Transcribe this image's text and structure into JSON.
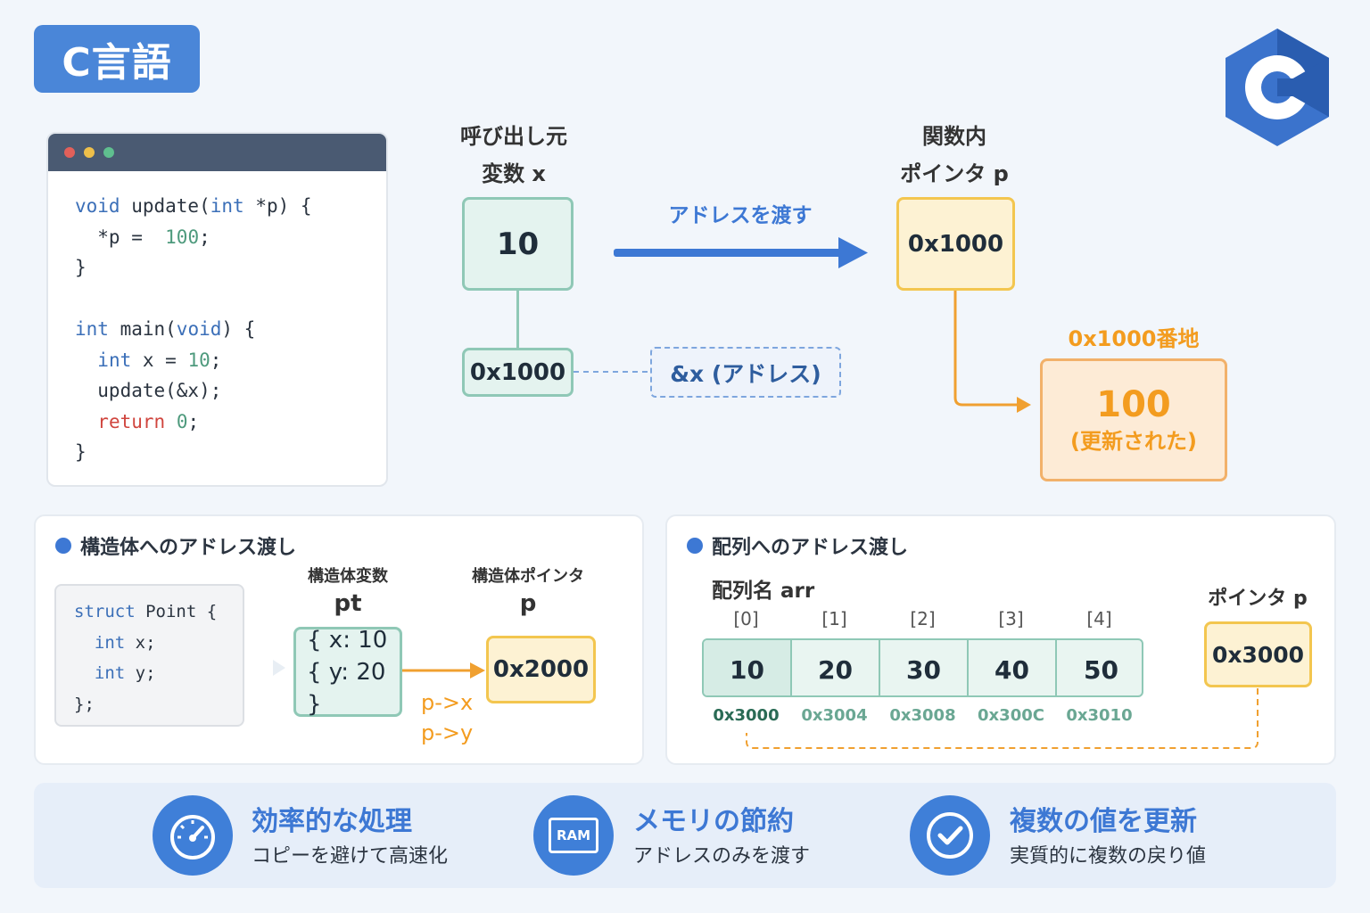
{
  "title": "C言語",
  "logo": {
    "icon": "c-language-hexagon-logo",
    "color": "#2f66c2"
  },
  "code_window": {
    "lines": [
      [
        {
          "t": "void",
          "c": "kw"
        },
        {
          "t": " update(",
          "c": ""
        },
        {
          "t": "int",
          "c": "kw"
        },
        {
          "t": " *p) {",
          "c": ""
        }
      ],
      [
        {
          "t": "  *p =  ",
          "c": ""
        },
        {
          "t": "100",
          "c": "num"
        },
        {
          "t": ";",
          "c": ""
        }
      ],
      [
        {
          "t": "}",
          "c": ""
        }
      ],
      [
        {
          "t": "",
          "c": ""
        }
      ],
      [
        {
          "t": "int",
          "c": "kw"
        },
        {
          "t": " main(",
          "c": ""
        },
        {
          "t": "void",
          "c": "kw"
        },
        {
          "t": ") {",
          "c": ""
        }
      ],
      [
        {
          "t": "  ",
          "c": ""
        },
        {
          "t": "int",
          "c": "kw"
        },
        {
          "t": " x = ",
          "c": ""
        },
        {
          "t": "10",
          "c": "num"
        },
        {
          "t": ";",
          "c": ""
        }
      ],
      [
        {
          "t": "  update(&x);",
          "c": ""
        }
      ],
      [
        {
          "t": "  ",
          "c": ""
        },
        {
          "t": "return",
          "c": "kr"
        },
        {
          "t": " ",
          "c": ""
        },
        {
          "t": "0",
          "c": "num"
        },
        {
          "t": ";",
          "c": ""
        }
      ],
      [
        {
          "t": "}",
          "c": ""
        }
      ]
    ]
  },
  "caller": {
    "label1": "呼び出し元",
    "label2": "変数 x",
    "value": "10",
    "address": "0x1000"
  },
  "pass_arrow_label": "アドレスを渡す",
  "address_of_label": "&x (アドレス)",
  "callee": {
    "label1": "関数内",
    "label2": "ポインタ p",
    "value": "0x1000"
  },
  "target": {
    "label": "0x1000番地",
    "value": "100",
    "note": "(更新された)"
  },
  "struct_section": {
    "title": "構造体へのアドレス渡し",
    "code": [
      [
        {
          "t": "struct",
          "c": "kw"
        },
        {
          "t": " Point {",
          "c": ""
        }
      ],
      [
        {
          "t": "  ",
          "c": ""
        },
        {
          "t": "int",
          "c": "kw"
        },
        {
          "t": " x;",
          "c": ""
        }
      ],
      [
        {
          "t": "  ",
          "c": ""
        },
        {
          "t": "int",
          "c": "kw"
        },
        {
          "t": " y;",
          "c": ""
        }
      ],
      [
        {
          "t": "};",
          "c": ""
        }
      ]
    ],
    "var_label": "構造体変数",
    "var_name": "pt",
    "var_x": "{ x: 10",
    "var_y": "{ y: 20 }",
    "ptr_label": "構造体ポインタ",
    "ptr_name": "p",
    "ptr_value": "0x2000",
    "access_x": "p->x",
    "access_y": "p->y"
  },
  "array_section": {
    "title": "配列へのアドレス渡し",
    "array_label": "配列名 arr",
    "indices": [
      "[0]",
      "[1]",
      "[2]",
      "[3]",
      "[4]"
    ],
    "values": [
      "10",
      "20",
      "30",
      "40",
      "50"
    ],
    "addresses": [
      "0x3000",
      "0x3004",
      "0x3008",
      "0x300C",
      "0x3010"
    ],
    "ptr_label": "ポインタ p",
    "ptr_value": "0x3000"
  },
  "benefits": [
    {
      "icon": "speedometer-icon",
      "title": "効率的な処理",
      "sub": "コピーを避けて高速化"
    },
    {
      "icon": "ram-chip-icon",
      "icon_text": "RAM",
      "title": "メモリの節約",
      "sub": "アドレスのみを渡す"
    },
    {
      "icon": "check-circle-icon",
      "title": "複数の値を更新",
      "sub": "実質的に複数の戻り値"
    }
  ],
  "colors": {
    "accent": "#3d78d4",
    "orange": "#f39c1f",
    "green_border": "#8fc8b6",
    "yellow_border": "#f3c64f"
  }
}
